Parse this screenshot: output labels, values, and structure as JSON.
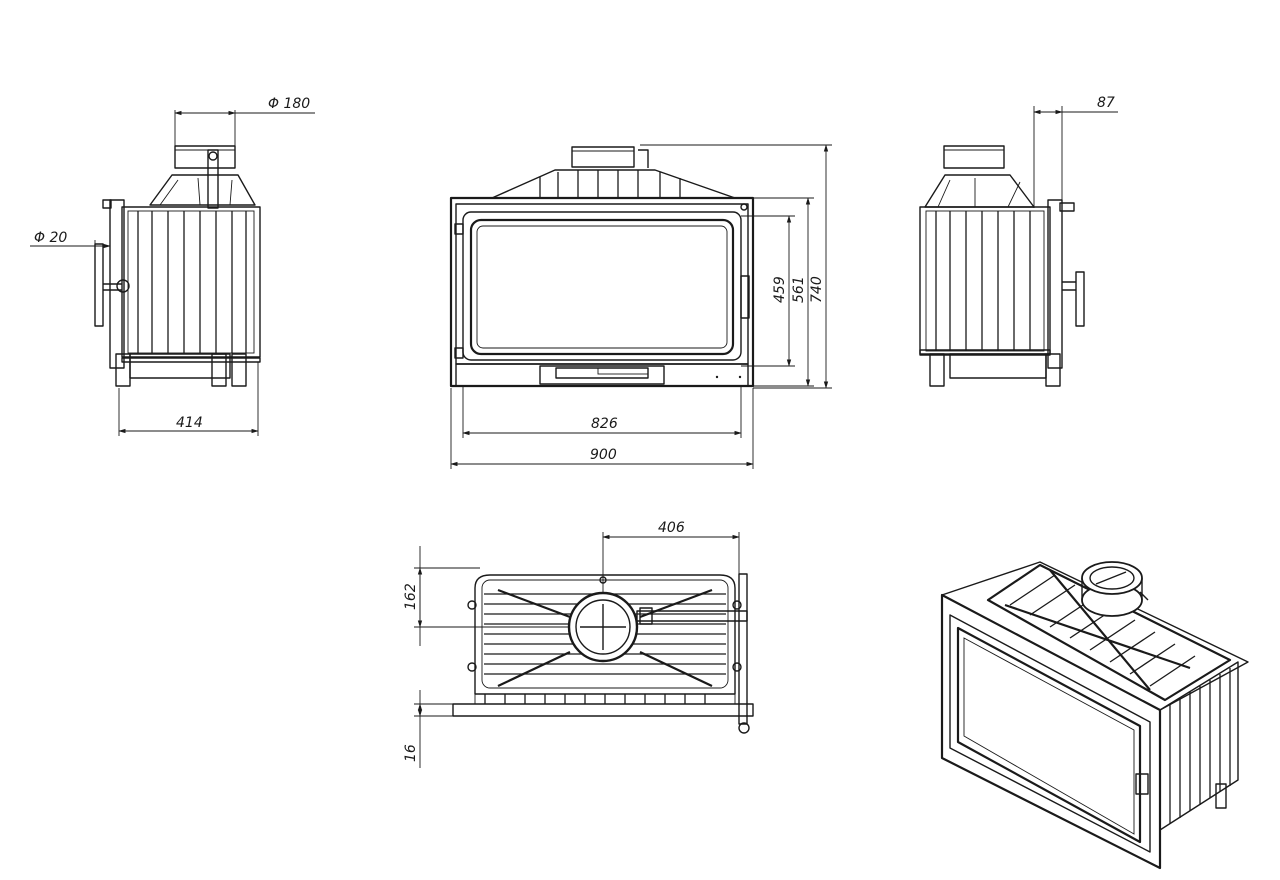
{
  "dimensions": {
    "flue_diameter": "Φ 180",
    "air_inlet_diameter": "Φ 20",
    "depth": "414",
    "glass_height": "459",
    "door_height": "561",
    "total_height": "740",
    "glass_width": "826",
    "total_width": "900",
    "side_offset": "87",
    "flue_offset": "406",
    "flue_depth": "162",
    "base_height": "16"
  },
  "colors": {
    "line": "#1a1a1a",
    "background": "#ffffff"
  }
}
